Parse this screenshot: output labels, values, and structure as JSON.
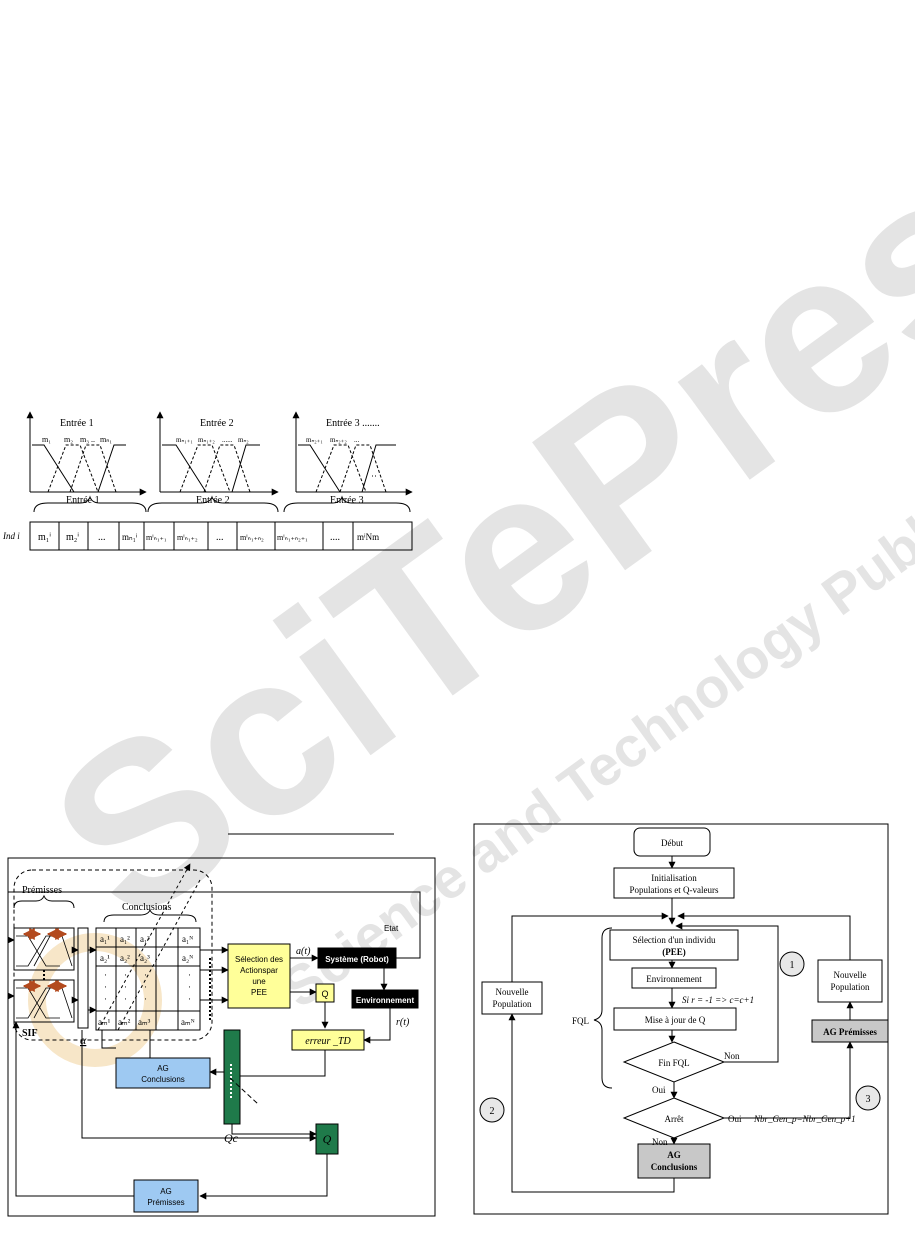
{
  "watermark": {
    "brand": "SciTePress",
    "tagline": "Science and Technology Publications"
  },
  "fig1": {
    "panels": [
      {
        "title": "Entrée 1",
        "mf_labels": [
          "m₁",
          "m₂",
          "m₃ ..",
          "mₙ₁"
        ],
        "axis_label": "Entrée 1"
      },
      {
        "title": "Entrée 2",
        "mf_labels": [
          "mₙ₁₊₁",
          "mₙ₁₊₂",
          "......",
          "mₙ₂"
        ],
        "axis_label": "Entrée 2"
      },
      {
        "title": "Entrée 3 .......",
        "mf_labels": [
          "mₙ₂₊₁",
          "mₙ₂₊₂",
          "..."
        ],
        "axis_label": "Entrée 3"
      }
    ],
    "row_label": "Ind i",
    "cells": [
      "m₁ⁱ",
      "m₂ⁱ",
      "...",
      "mₙ₁ⁱ",
      "mⁱₙ₁₊₁",
      "mⁱₙ₁₊₂",
      "...",
      "mⁱₙ₁₊ₙ₂",
      "mⁱₙ₁₊ₙ₂₊₁",
      "....",
      "mⁱNm"
    ]
  },
  "fig2": {
    "premisses": "Prémisses",
    "conclusions": "Conclusions",
    "sif": "SIF",
    "alpha": "α",
    "matrix": [
      [
        "a₁¹",
        "a₁²",
        "a₁³",
        "",
        "a₁ᴺ"
      ],
      [
        "a₂¹",
        "a₂²",
        "a₂³",
        "",
        "a₂ᴺ"
      ],
      [
        "·",
        "·",
        "·",
        "",
        "·"
      ],
      [
        "·",
        "·",
        "·",
        "",
        "·"
      ],
      [
        "·",
        "·",
        "·",
        "",
        "·"
      ],
      [
        "aₘ¹",
        "aₘ²",
        "aₘ³",
        "",
        "aₘᴺ"
      ]
    ],
    "selection": [
      "Sélection des",
      "Actionspar",
      "une",
      "PEE"
    ],
    "at": "a(t)",
    "etat": "Etat",
    "systeme": "Système (Robot)",
    "environnement": "Environnement",
    "q_box": "Q",
    "rt": "r(t)",
    "erreur": "erreur _TD",
    "ag_conclusions": [
      "AG",
      "Conclusions"
    ],
    "qc": "Qc",
    "q_green": "Q",
    "ag_premisses": [
      "AG",
      "Prémisses"
    ]
  },
  "fig3": {
    "debut": "Début",
    "init": [
      "Initialisation",
      "Populations et Q-valeurs"
    ],
    "selection": [
      "Sélection d'un individu",
      "(PEE)"
    ],
    "environnement": "Environnement",
    "si_rule": "Si r = -1 => c=c+1",
    "mise": "Mise à jour de Q",
    "fin": "Fin FQL",
    "non": "Non",
    "oui": "Oui",
    "arret": "Arrêt",
    "oui2": "Oui",
    "non2": "Non",
    "nbr": "Nbr_Gen_p=Nbr_Gen_p+1",
    "fql": "FQL",
    "nouvelle_left": [
      "Nouvelle",
      "Population"
    ],
    "nouvelle_right": [
      "Nouvelle",
      "Population"
    ],
    "ag_premisses": "AG Prémisses",
    "ag_conclusions": [
      "AG",
      "Conclusions"
    ],
    "circle1": "1",
    "circle2": "2",
    "circle3": "3"
  }
}
